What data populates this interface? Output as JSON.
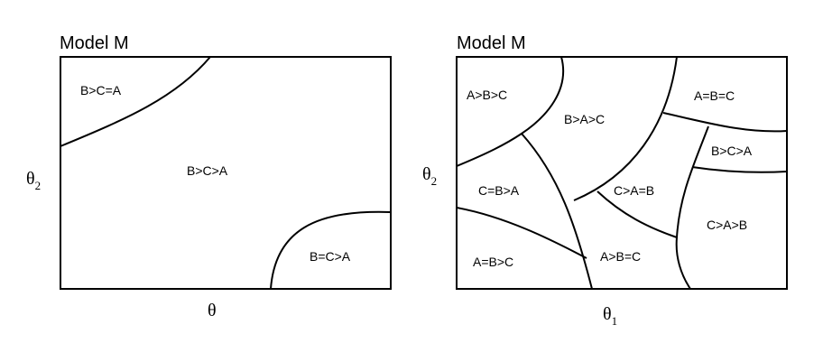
{
  "left_panel": {
    "title": "Model M",
    "x_axis": {
      "symbol": "θ",
      "subscript": ""
    },
    "y_axis": {
      "symbol": "θ",
      "subscript": "2"
    },
    "regions": [
      "B>C=A",
      "B>C>A",
      "B=C>A"
    ]
  },
  "right_panel": {
    "title": "Model M",
    "title_subscript": "",
    "x_axis": {
      "symbol": "θ",
      "subscript": "1"
    },
    "y_axis": {
      "symbol": "θ",
      "subscript": "2"
    },
    "regions": [
      "A>B>C",
      "B>A>C",
      "A=B=C",
      "B>C>A",
      "C=B>A",
      "C>A=B",
      "C>A>B",
      "A=B>C",
      "A>B=C"
    ]
  }
}
